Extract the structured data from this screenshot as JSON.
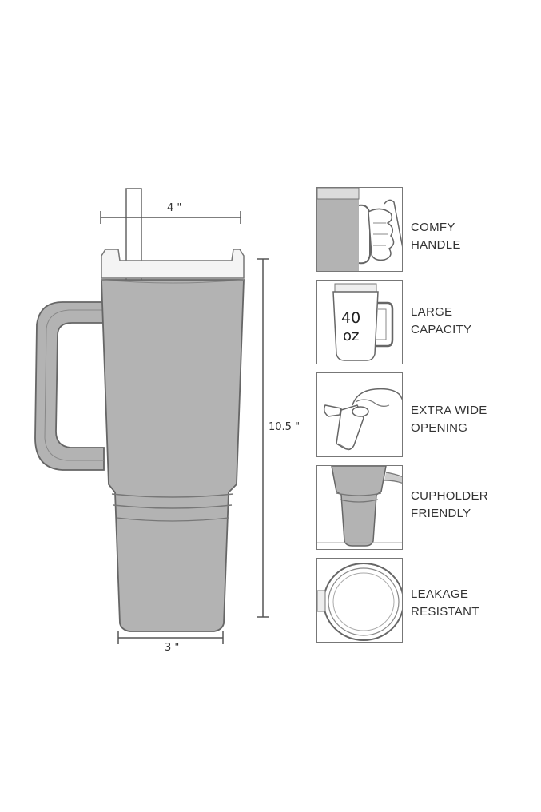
{
  "dimensions": {
    "width_label": "4 \"",
    "height_label": "10.5 \"",
    "base_label": "3 \""
  },
  "features": [
    {
      "icon": "handle-grip-icon",
      "lines": [
        "COMFY",
        "HANDLE"
      ]
    },
    {
      "icon": "tumbler-capacity-icon",
      "lines": [
        "LARGE",
        "CAPACITY"
      ],
      "capacity_value": "40",
      "capacity_unit": "oz"
    },
    {
      "icon": "wide-opening-icon",
      "lines": [
        "EXTRA WIDE",
        "OPENING"
      ]
    },
    {
      "icon": "cupholder-icon",
      "lines": [
        "CUPHOLDER",
        "FRIENDLY"
      ]
    },
    {
      "icon": "lid-seal-icon",
      "lines": [
        "LEAKAGE",
        "RESISTANT"
      ]
    }
  ],
  "colors": {
    "tumbler_body": "#b3b3b3",
    "outline": "#666666",
    "ink": "#333333"
  }
}
